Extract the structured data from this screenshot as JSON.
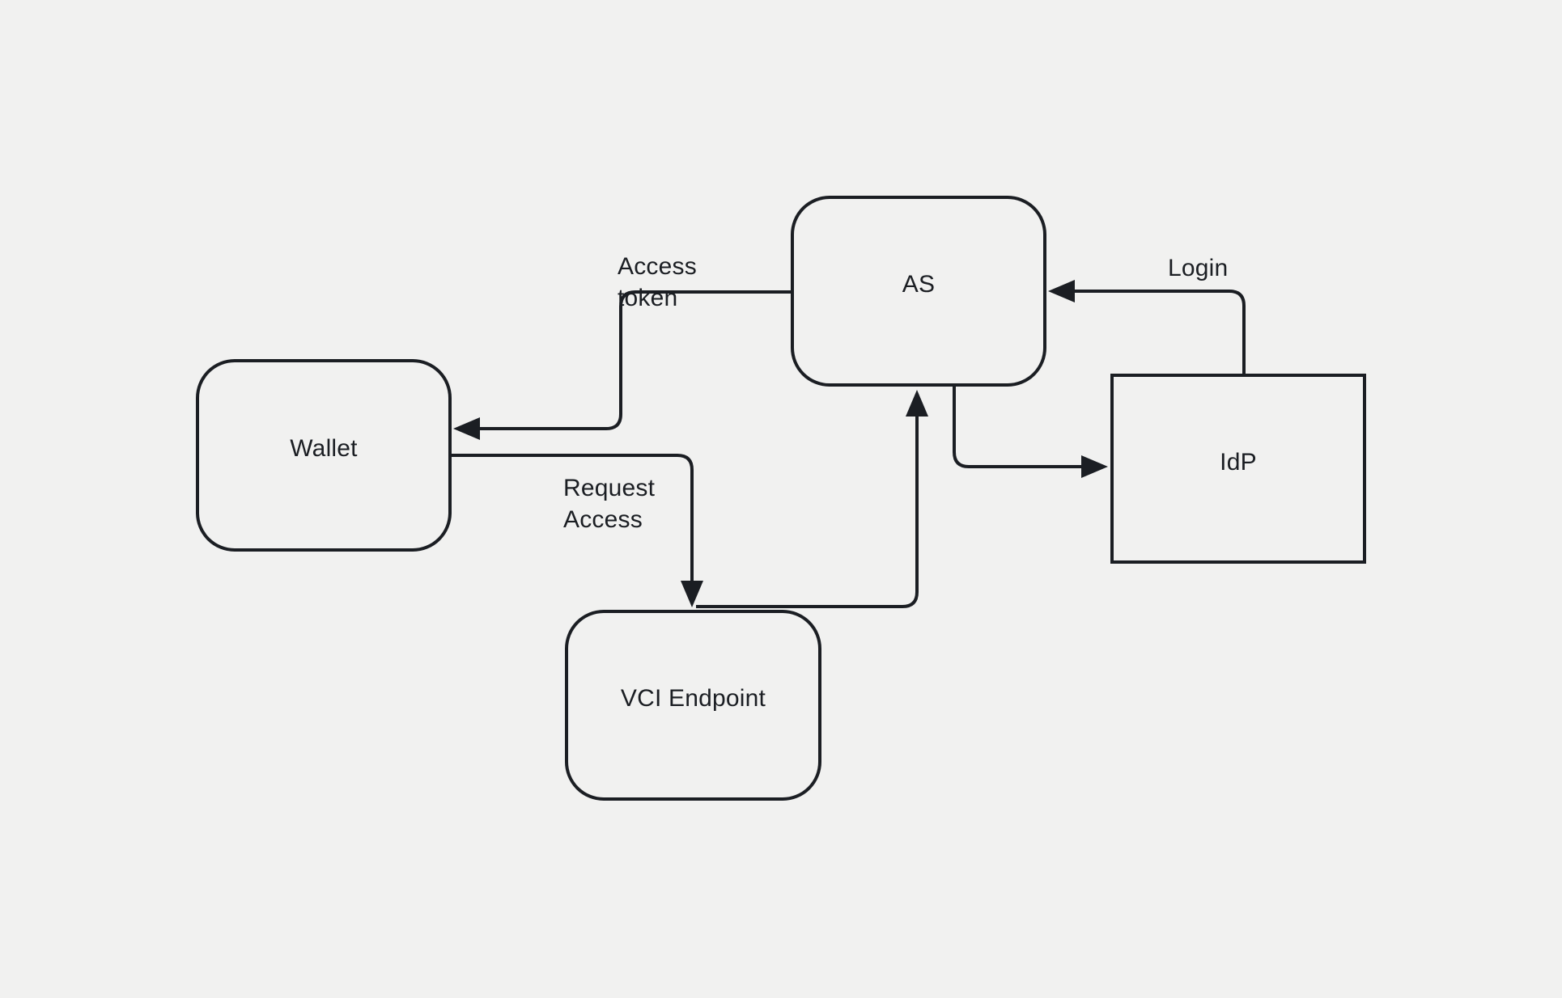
{
  "canvas": {
    "background": "#f1f1f0",
    "stroke_color": "#1b1e23"
  },
  "nodes": [
    {
      "id": "as",
      "label": "AS",
      "shape": "rounded-rectangle"
    },
    {
      "id": "wallet",
      "label": "Wallet",
      "shape": "rounded-rectangle"
    },
    {
      "id": "idp",
      "label": "IdP",
      "shape": "rectangle"
    },
    {
      "id": "vci",
      "label": "VCI Endpoint",
      "shape": "rounded-rectangle"
    }
  ],
  "edges": [
    {
      "id": "login",
      "from": "IdP",
      "to": "AS",
      "label": "Login"
    },
    {
      "id": "access-token",
      "from": "AS",
      "to": "Wallet",
      "label": "Access\ntoken"
    },
    {
      "id": "request-access",
      "from": "Wallet",
      "to": "VCI Endpoint",
      "label": "Request\nAccess"
    },
    {
      "id": "vci-to-as",
      "from": "VCI Endpoint",
      "to": "AS",
      "label": ""
    },
    {
      "id": "as-to-idp",
      "from": "AS",
      "to": "IdP",
      "label": ""
    }
  ]
}
